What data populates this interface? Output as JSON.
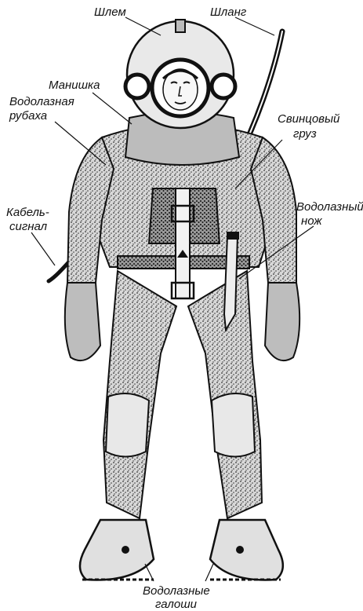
{
  "figure": {
    "labels": {
      "helmet": "Шлем",
      "hose": "Шланг",
      "breastplate": "Манишка",
      "diving_shirt_1": "Водолазная",
      "diving_shirt_2": "рубаха",
      "lead_weight_1": "Свинцовый",
      "lead_weight_2": "груз",
      "cable_signal_1": "Кабель-",
      "cable_signal_2": "сигнал",
      "diving_knife_1": "Водолазный",
      "diving_knife_2": "нож",
      "galoshes_1": "Водолазные",
      "galoshes_2": "галоши"
    },
    "colors": {
      "ink": "#111111",
      "paper": "#ffffff",
      "suit_shade": "#8a8a8a",
      "suit_light": "#cfcfcf"
    }
  }
}
